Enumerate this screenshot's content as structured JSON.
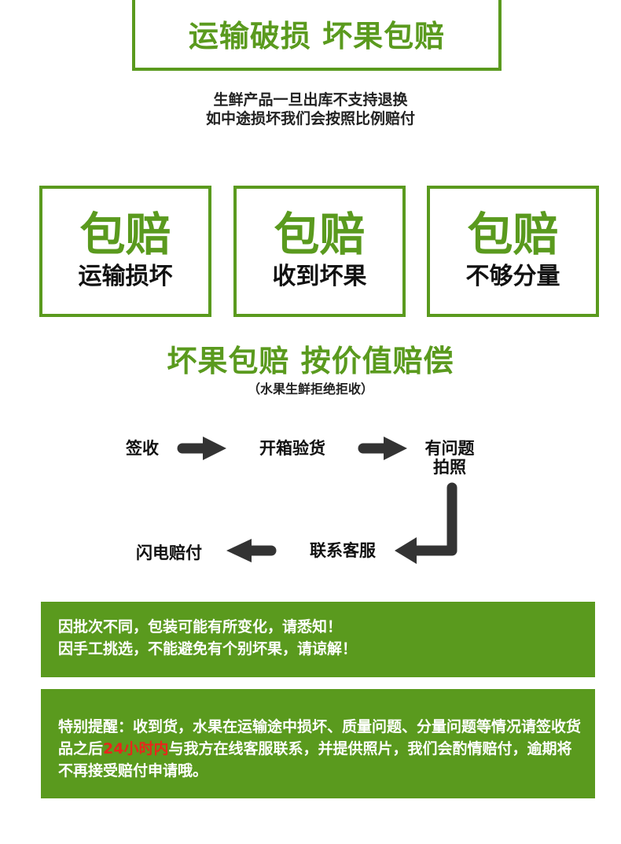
{
  "header": {
    "title": "运输破损 坏果包赔"
  },
  "notice": {
    "line1": "生鲜产品一旦出库不支持退换",
    "line2": "如中途损坏我们会按照比例赔付"
  },
  "cards": [
    {
      "big": "包赔",
      "small": "运输损坏"
    },
    {
      "big": "包赔",
      "small": "收到坏果"
    },
    {
      "big": "包赔",
      "small": "不够分量"
    }
  ],
  "section": {
    "title": "坏果包赔 按价值赔偿",
    "subtitle": "（水果生鲜拒绝拒收）"
  },
  "flow": {
    "step1": "签收",
    "step2": "开箱验货",
    "step3_line1": "有问题",
    "step3_line2": "拍照",
    "step4": "联系客服",
    "step5": "闪电赔付"
  },
  "tips": {
    "line1": "因批次不同，包装可能有所变化，请悉知！",
    "line2": "因手工挑选，不能避免有个别坏果，请谅解！"
  },
  "reminder": {
    "part1": "特别提醒：收到货，水果在运输途中损坏、质量问题、分量问题等情况请签收货品之后",
    "highlight": "24小时内",
    "part2": "与我方在线客服联系，并提供照片，我们会酌情赔付，逾期将不再接受赔付申请哦。"
  },
  "colors": {
    "green": "#5a9a1e",
    "red": "#e8261c",
    "arrow": "#333333"
  }
}
